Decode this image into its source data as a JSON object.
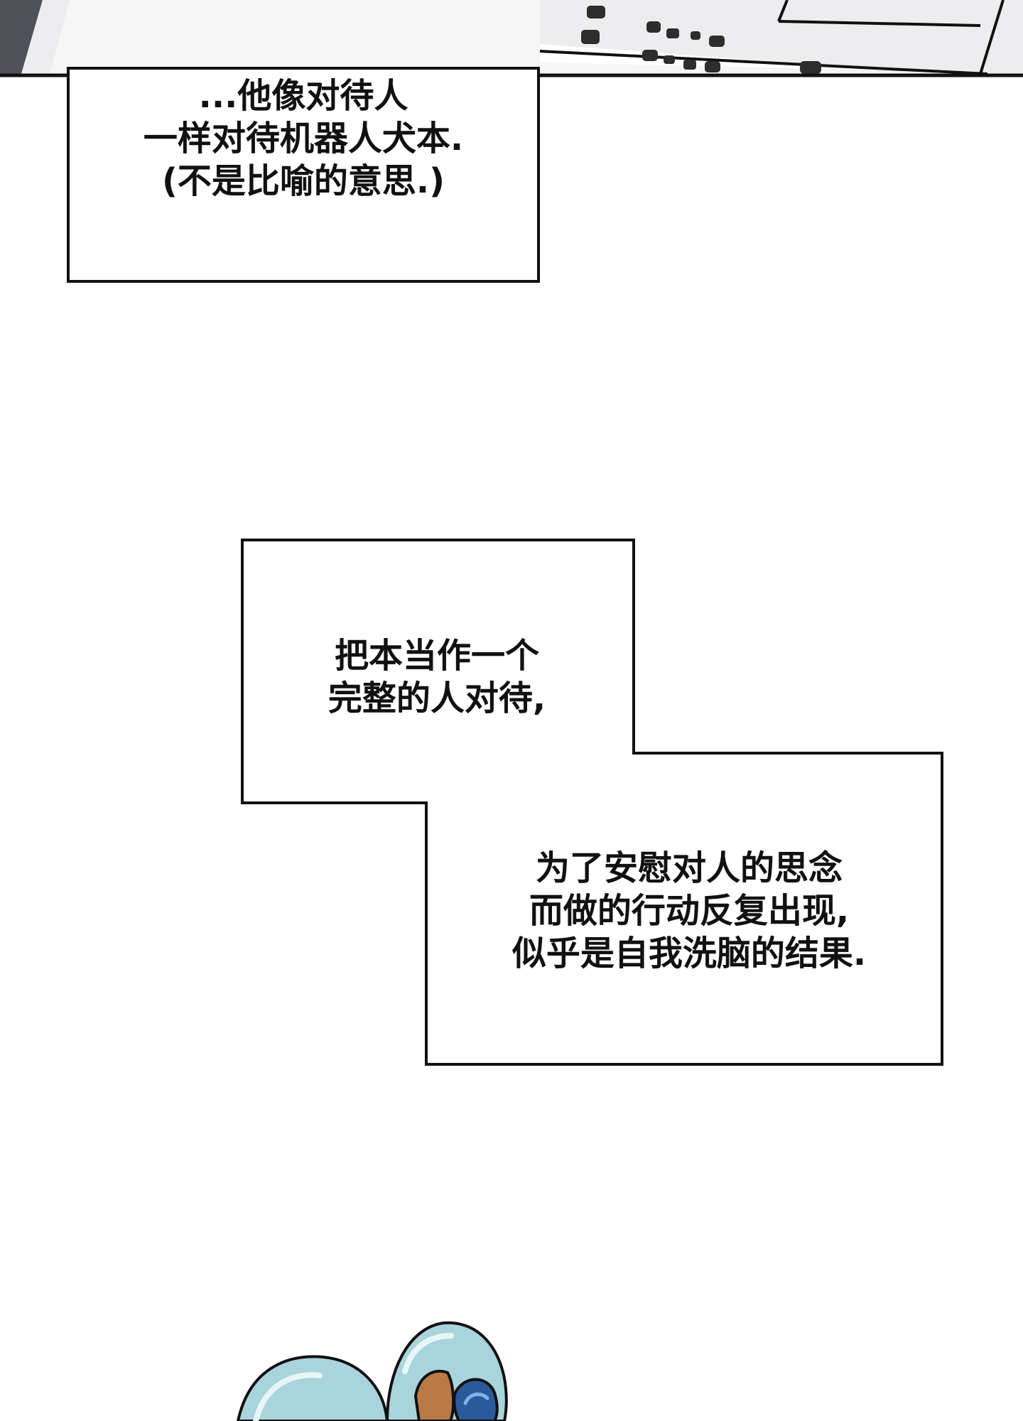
{
  "captions": {
    "box1": [
      "...他像对待人",
      "一样对待机器人犬本.",
      "(不是比喻的意思.)"
    ],
    "box2": [
      "把本当作一个",
      "完整的人对待,"
    ],
    "box3": [
      "为了安慰对人的思念",
      "而做的行动反复出现,",
      "似乎是自我洗脑的结果."
    ]
  },
  "colors": {
    "ink": "#111111",
    "paper": "#ffffff",
    "panel_gray": "#ededef",
    "dark_gray": "#4e5158",
    "robot_blue": "#a9d4dc",
    "robot_dark_blue": "#2a5a9a",
    "robot_brown": "#b97a48"
  },
  "icons": [
    "robot-dog-head-icon"
  ]
}
